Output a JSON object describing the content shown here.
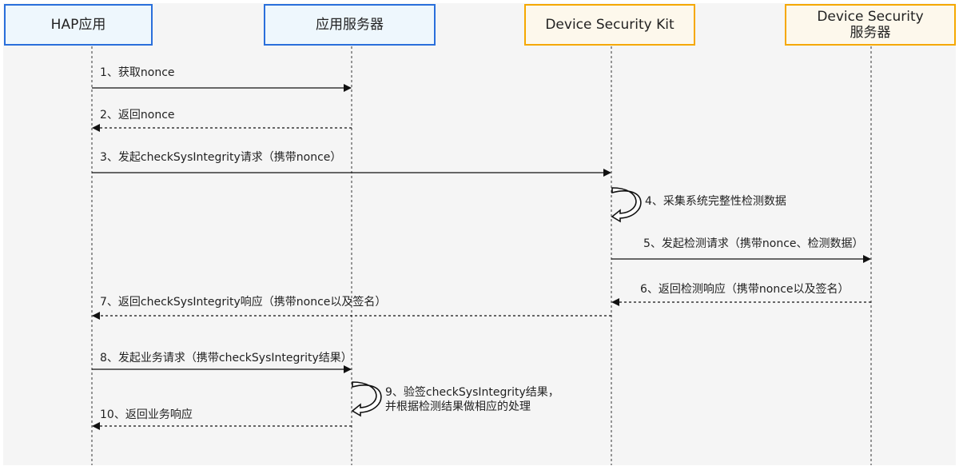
{
  "diagram": {
    "type": "sequence",
    "participants": [
      {
        "id": "hap",
        "label": "HAP应用",
        "style": "blue"
      },
      {
        "id": "appserver",
        "label": "应用服务器",
        "style": "blue"
      },
      {
        "id": "dsk",
        "label": "Device Security Kit",
        "style": "orange"
      },
      {
        "id": "dsserver",
        "label": "Device Security\n服务器",
        "style": "orange"
      }
    ],
    "messages": [
      {
        "n": 1,
        "label": "1、获取nonce",
        "from": "hap",
        "to": "appserver",
        "kind": "sync"
      },
      {
        "n": 2,
        "label": "2、返回nonce",
        "from": "appserver",
        "to": "hap",
        "kind": "reply"
      },
      {
        "n": 3,
        "label": "3、发起checkSysIntegrity请求（携带nonce）",
        "from": "hap",
        "to": "dsk",
        "kind": "sync"
      },
      {
        "n": 4,
        "label": "4、采集系统完整性检测数据",
        "from": "dsk",
        "to": "dsk",
        "kind": "self"
      },
      {
        "n": 5,
        "label": "5、发起检测请求（携带nonce、检测数据）",
        "from": "dsk",
        "to": "dsserver",
        "kind": "sync"
      },
      {
        "n": 6,
        "label": "6、返回检测响应（携带nonce以及签名）",
        "from": "dsserver",
        "to": "dsk",
        "kind": "reply"
      },
      {
        "n": 7,
        "label": "7、返回checkSysIntegrity响应（携带nonce以及签名）",
        "from": "dsk",
        "to": "hap",
        "kind": "reply"
      },
      {
        "n": 8,
        "label": "8、发起业务请求（携带checkSysIntegrity结果）",
        "from": "hap",
        "to": "appserver",
        "kind": "sync"
      },
      {
        "n": 9,
        "label": "9、验签checkSysIntegrity结果，\n并根据检测结果做相应的处理",
        "from": "appserver",
        "to": "appserver",
        "kind": "self"
      },
      {
        "n": 10,
        "label": "10、返回业务响应",
        "from": "appserver",
        "to": "hap",
        "kind": "reply"
      }
    ]
  },
  "colors": {
    "blue_border": "#2a6fdb",
    "orange_border": "#f5a800"
  }
}
